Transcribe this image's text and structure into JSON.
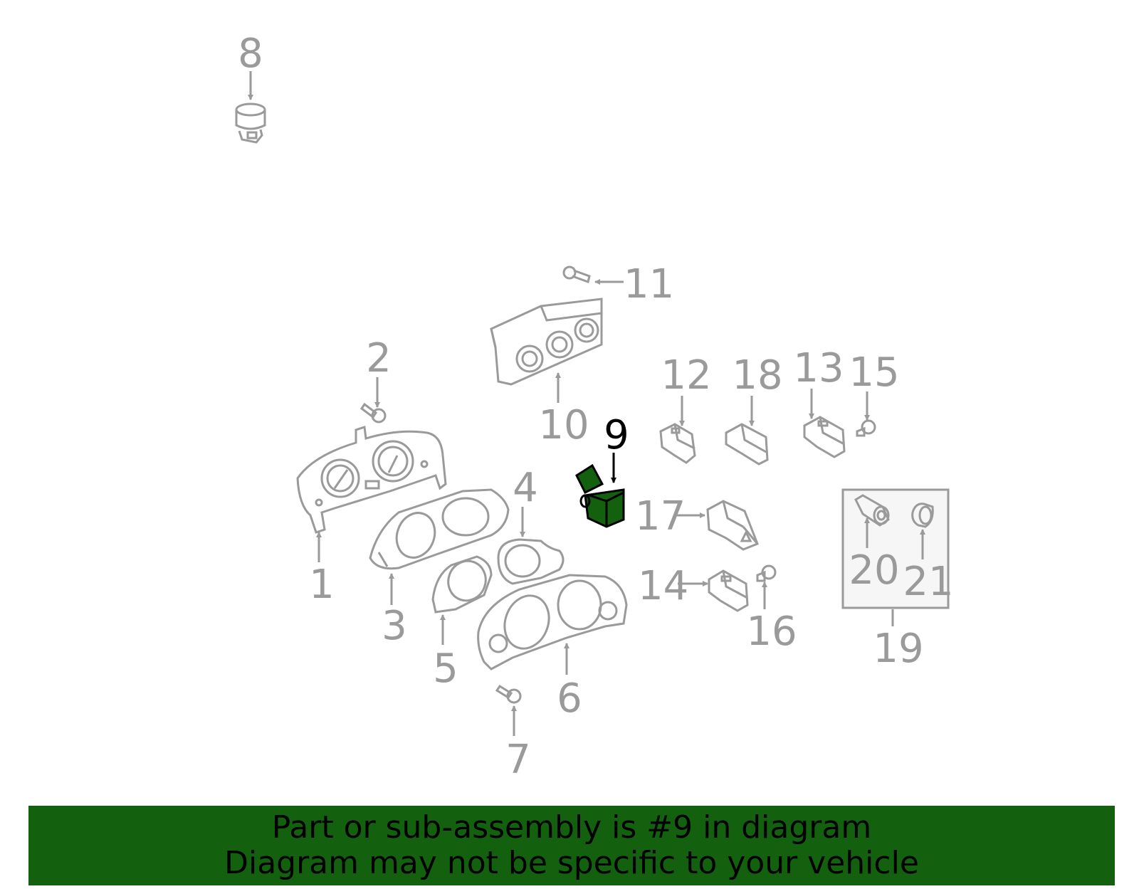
{
  "callouts": {
    "c1": "1",
    "c2": "2",
    "c3": "3",
    "c4": "4",
    "c5": "5",
    "c6": "6",
    "c7": "7",
    "c8": "8",
    "c9": "9",
    "c10": "10",
    "c11": "11",
    "c12": "12",
    "c13": "13",
    "c14": "14",
    "c15": "15",
    "c16": "16",
    "c17": "17",
    "c18": "18",
    "c19": "19",
    "c20": "20",
    "c21": "21"
  },
  "highlighted_part": "9",
  "banner": {
    "line1": "Part or sub-assembly is #9 in diagram",
    "line2": "Diagram may not be specific to your vehicle"
  },
  "colors": {
    "banner_background": "#13600e",
    "highlight_fill": "#13600e",
    "part_stroke": "#9a9a9a",
    "callout_text": "#9a9a9a",
    "highlight_callout": "#000000"
  }
}
